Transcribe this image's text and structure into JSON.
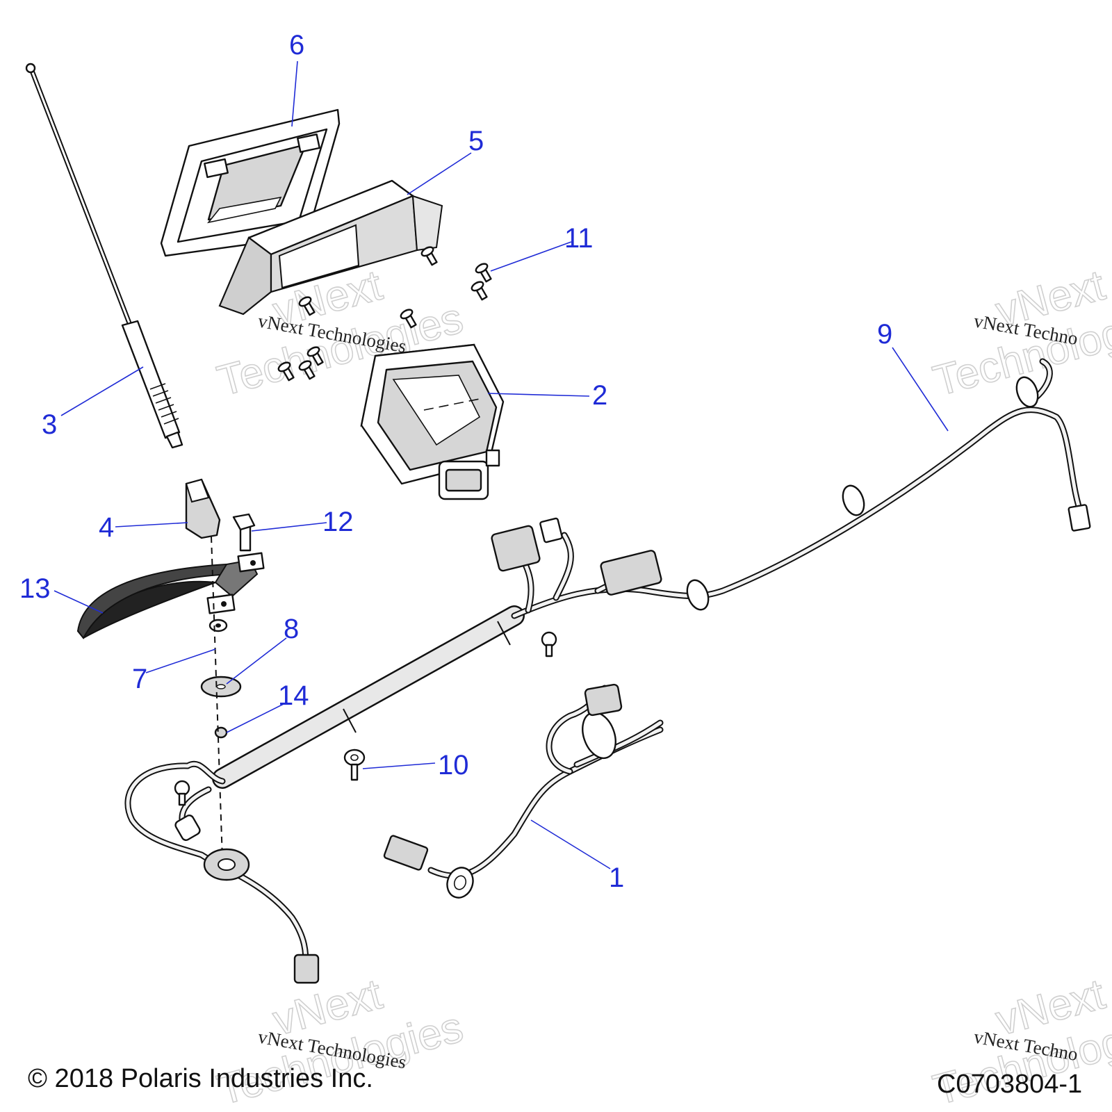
{
  "diagram": {
    "callouts": [
      "1",
      "2",
      "3",
      "4",
      "5",
      "6",
      "7",
      "8",
      "9",
      "10",
      "11",
      "12",
      "13",
      "14"
    ],
    "watermark": {
      "big_line1": "vNext",
      "big_line2": "Technologies",
      "small": "vNext Technologies",
      "small_cut": "vNext Techno"
    },
    "copyright": "© 2018 Polaris Industries Inc.",
    "figure_code": "C0703804-1"
  }
}
